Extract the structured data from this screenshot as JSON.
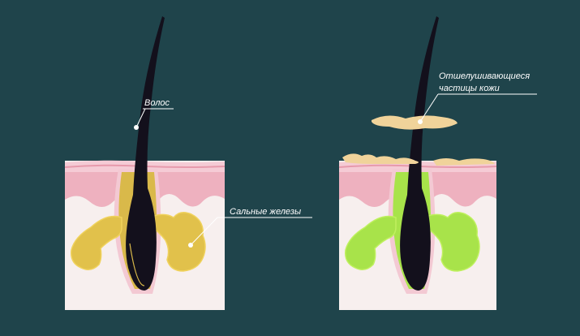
{
  "colors": {
    "background": "#1f444b",
    "skin_base": "#f7efee",
    "dermis_pink": "#eeb1bf",
    "epidermis_pink": "#f5cbd5",
    "hair": "#13101c",
    "gland_normal": "#e1c14b",
    "gland_active": "#a8e34a",
    "follicle_gland_normal": "#d9b94a",
    "flakes": "#f0d39a",
    "leader": "#ffffff"
  },
  "panels": [
    {
      "id": "normal",
      "labels": {
        "hair": "Волос",
        "glands": "Сальные железы"
      }
    },
    {
      "id": "flaking",
      "labels": {
        "flakes_line1": "Отшелушивающиеся",
        "flakes_line2": "частицы кожи"
      }
    }
  ]
}
